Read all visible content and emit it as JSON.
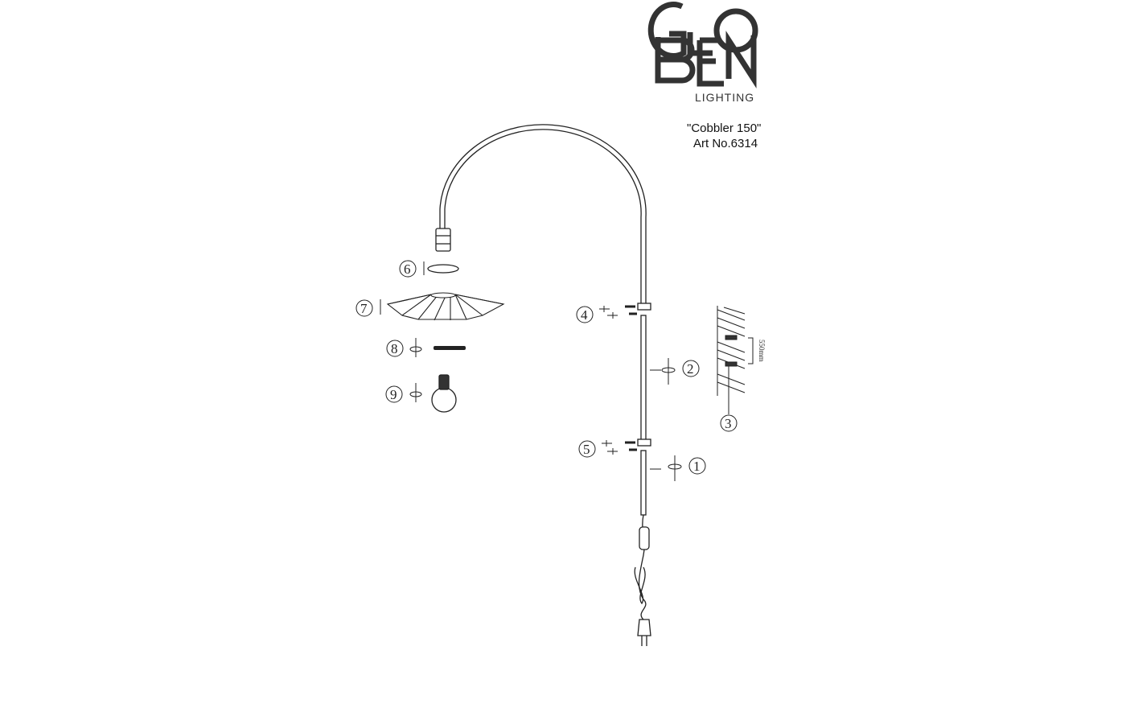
{
  "logo": {
    "brand": "GLOBEN",
    "subtitle": "LIGHTING"
  },
  "product": {
    "name": "\"Cobbler  150\"",
    "article": "Art No.6314"
  },
  "dimension": "550mm",
  "steps": [
    "1",
    "2",
    "3",
    "4",
    "5",
    "6",
    "7",
    "8",
    "9"
  ]
}
